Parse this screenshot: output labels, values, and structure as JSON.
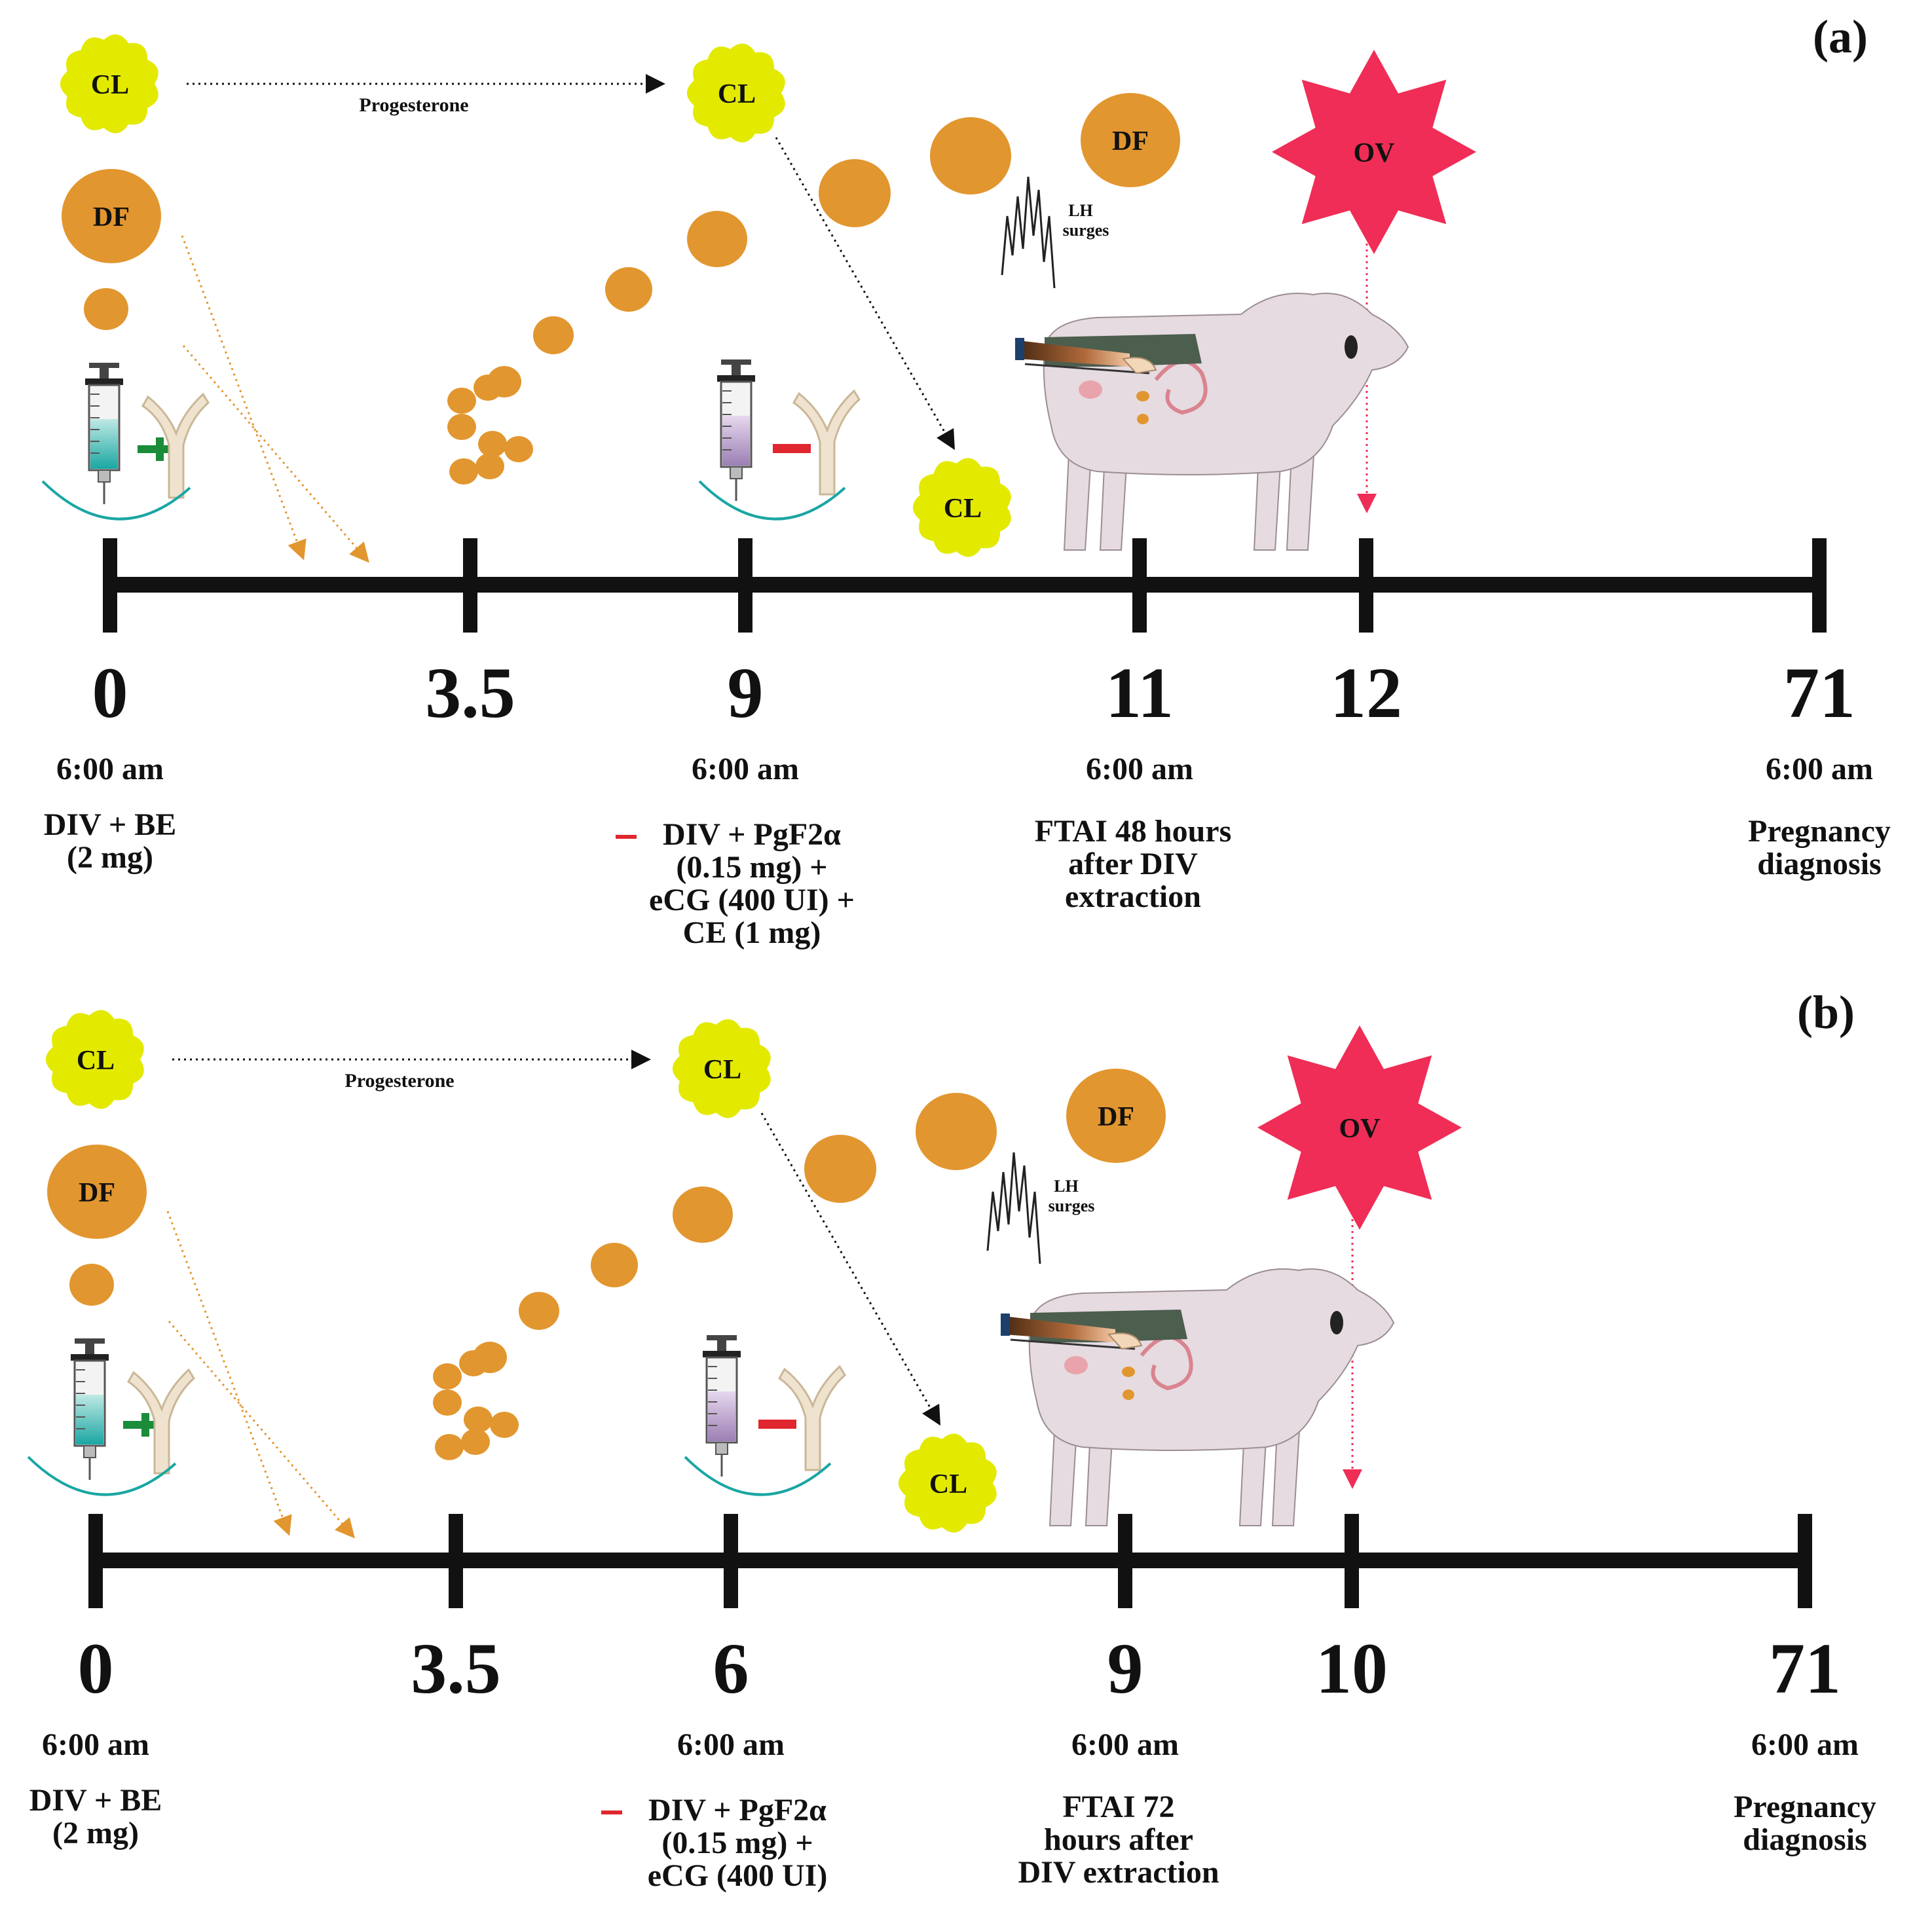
{
  "colors": {
    "cl": "#e3ea00",
    "df": "#e2962f",
    "ov": "#ef2d56",
    "line": "#111111",
    "plus": "#1a8c3a",
    "minus": "#e0262e",
    "cow": "#e6dbe0",
    "sleeve": "#4c5e4e",
    "teal": "#1aa6a3"
  },
  "labels": {
    "cl": "CL",
    "df": "DF",
    "ov": "OV",
    "progesterone": "Progesterone",
    "lh_line1": "LH",
    "lh_line2": "surges"
  },
  "panels": [
    {
      "label": "(a)",
      "days": [
        "0",
        "3.5",
        "9",
        "11",
        "12",
        "71"
      ],
      "times": [
        "6:00 am",
        "6:00 am",
        "6:00 am",
        "6:00 am"
      ],
      "notes": {
        "day0": [
          "DIV + BE",
          "(2 mg)"
        ],
        "treat": [
          "DIV + PgF2α",
          "(0.15 mg) +",
          "eCG (400 UI) +",
          "CE (1 mg)"
        ],
        "ftai": [
          "FTAI 48 hours",
          "after DIV",
          "extraction"
        ],
        "preg": [
          "Pregnancy",
          "diagnosis"
        ]
      }
    },
    {
      "label": "(b)",
      "days": [
        "0",
        "3.5",
        "6",
        "9",
        "10",
        "71"
      ],
      "times": [
        "6:00 am",
        "6:00 am",
        "6:00 am",
        "6:00 am"
      ],
      "notes": {
        "day0": [
          "DIV + BE",
          "(2 mg)"
        ],
        "treat": [
          "DIV + PgF2α",
          "(0.15 mg) +",
          "eCG (400 UI)"
        ],
        "ftai": [
          "FTAI   72",
          "hours after",
          "DIV extraction"
        ],
        "preg": [
          "Pregnancy",
          "diagnosis"
        ]
      }
    }
  ]
}
